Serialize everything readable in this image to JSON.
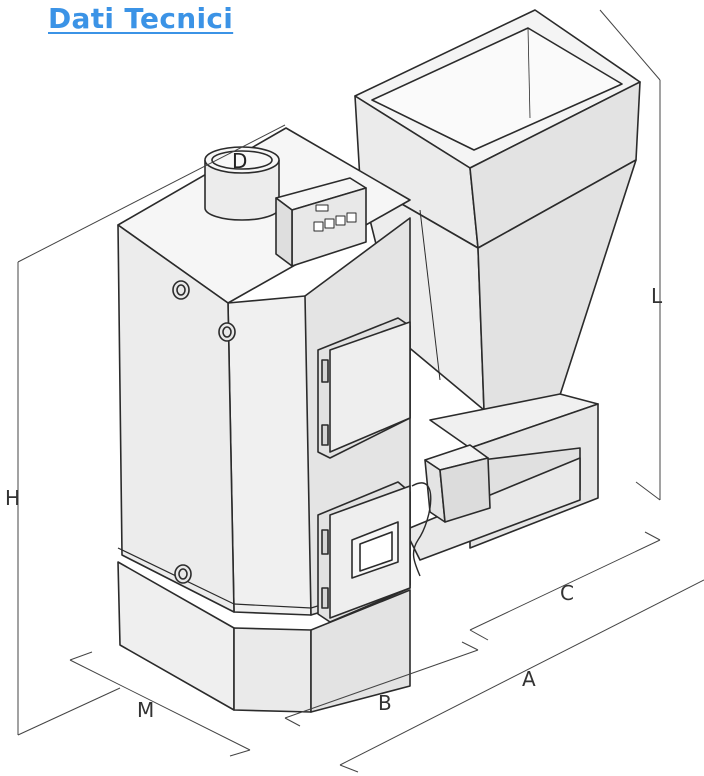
{
  "header": {
    "title": "Dati Tecnici"
  },
  "dimensions": {
    "flue": "D",
    "height": "H",
    "hopper_height": "L",
    "depth": "M",
    "width_b": "B",
    "width_a": "A",
    "width_c": "C"
  },
  "colors": {
    "title": "#3b93e6",
    "line": "#2b2b2b",
    "panel": "#ededed"
  }
}
